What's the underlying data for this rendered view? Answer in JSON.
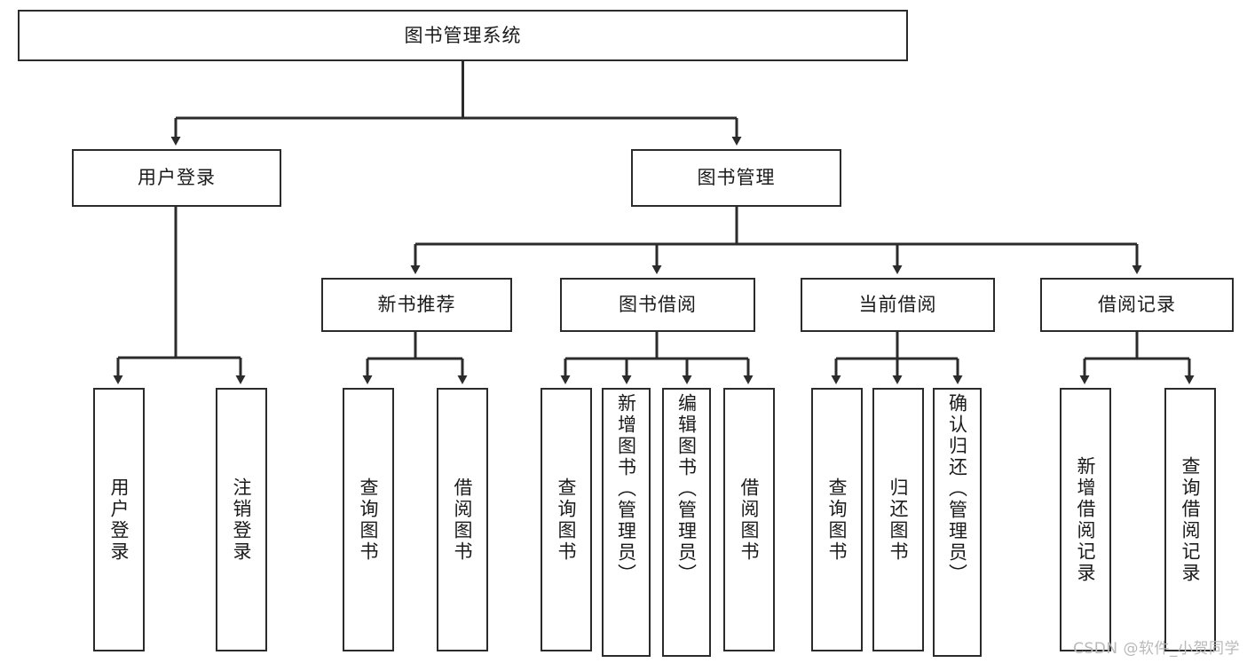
{
  "diagram": {
    "title": "图书管理系统",
    "type": "functional-structure-tree",
    "colors": {
      "box_border": "#2b2b2b",
      "box_fill": "#ffffff",
      "connector": "#2b2b2b",
      "text": "#1a1a1a",
      "watermark": "#b9b9b9",
      "background": "#ffffff"
    },
    "root": {
      "label": "图书管理系统"
    },
    "level2": [
      {
        "label": "用户登录"
      },
      {
        "label": "图书管理"
      }
    ],
    "level3": [
      {
        "label": "新书推荐"
      },
      {
        "label": "图书借阅"
      },
      {
        "label": "当前借阅"
      },
      {
        "label": "借阅记录"
      }
    ],
    "leaves": {
      "user_login": [
        {
          "label": "用户登录"
        },
        {
          "label": "注销登录"
        }
      ],
      "new_book_recommend": [
        {
          "label": "查询图书"
        },
        {
          "label": "借阅图书"
        }
      ],
      "book_borrow": [
        {
          "label": "查询图书"
        },
        {
          "label": "新增图书（管理员）"
        },
        {
          "label": "编辑图书（管理员）"
        },
        {
          "label": "借阅图书"
        }
      ],
      "current_borrow": [
        {
          "label": "查询图书"
        },
        {
          "label": "归还图书"
        },
        {
          "label": "确认归还（管理员）"
        }
      ],
      "borrow_record": [
        {
          "label": "新增借阅记录"
        },
        {
          "label": "查询借阅记录"
        }
      ]
    }
  },
  "watermark": {
    "text": "CSDN @软件_小贺同学"
  }
}
